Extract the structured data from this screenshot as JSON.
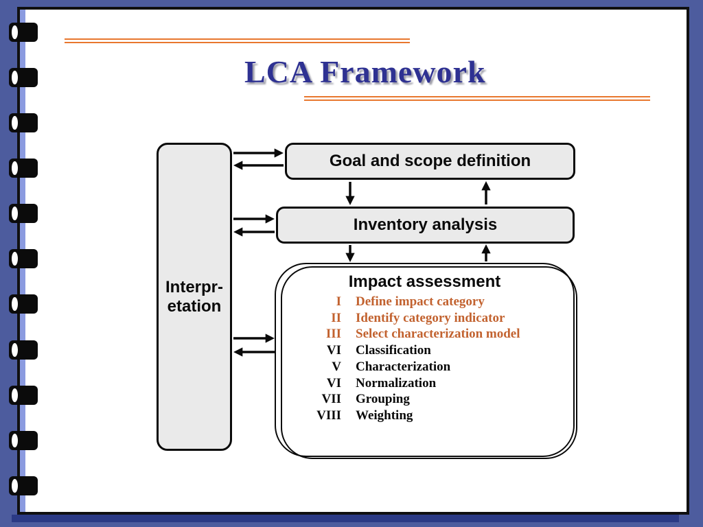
{
  "slide": {
    "title": "LCA Framework",
    "colors": {
      "background_blue": "#4D5C9E",
      "accent_strip_blue": "#8B9BE0",
      "page_shadow_navy": "#2B3A85",
      "title_blue": "#2E3192",
      "rule_orange": "#E8772E",
      "box_fill_gray": "#EAEAEA",
      "highlight_orange_text": "#C2622F"
    }
  },
  "diagram": {
    "interpretation": {
      "label_line1": "Interpr-",
      "label_line2": "etation"
    },
    "goal": {
      "label": "Goal and scope definition"
    },
    "inventory": {
      "label": "Inventory analysis"
    },
    "impact": {
      "title": "Impact assessment",
      "items": [
        {
          "numeral": "I",
          "text": "Define impact category",
          "highlighted": true
        },
        {
          "numeral": "II",
          "text": "Identify category indicator",
          "highlighted": true
        },
        {
          "numeral": "III",
          "text": "Select characterization model",
          "highlighted": true
        },
        {
          "numeral": "VI",
          "text": "Classification",
          "highlighted": false
        },
        {
          "numeral": "V",
          "text": "Characterization",
          "highlighted": false
        },
        {
          "numeral": "VI",
          "text": "Normalization",
          "highlighted": false
        },
        {
          "numeral": "VII",
          "text": "Grouping",
          "highlighted": false
        },
        {
          "numeral": "VIII",
          "text": "Weighting",
          "highlighted": false
        }
      ]
    }
  }
}
